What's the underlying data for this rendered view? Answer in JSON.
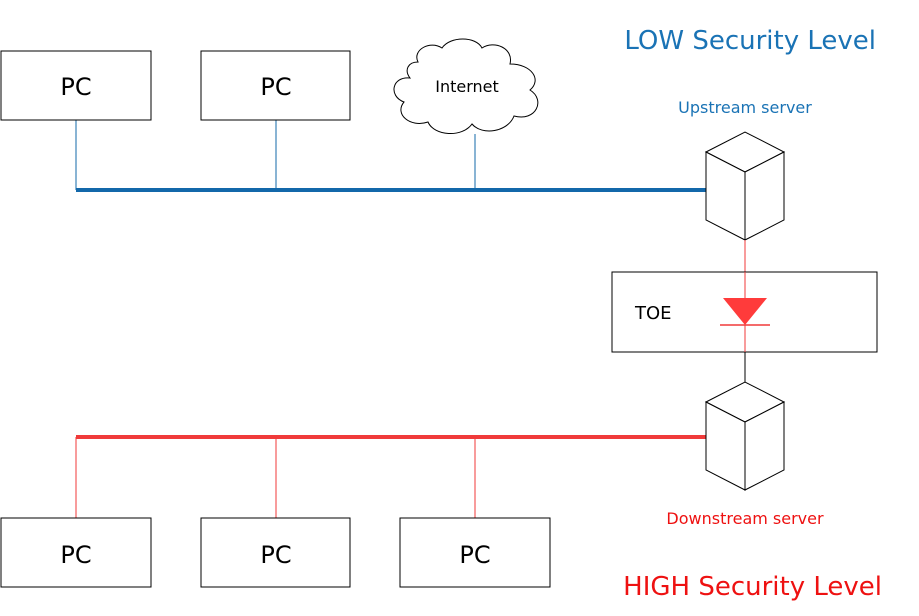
{
  "colors": {
    "low": "#1368aa",
    "high": "#f03a3a",
    "low_text": "#1a73b5",
    "high_text": "#ee1111",
    "stroke": "#000000"
  },
  "labels": {
    "low_security": "LOW Security Level",
    "high_security": "HIGH Security Level",
    "upstream": "Upstream server",
    "downstream": "Downstream server",
    "toe": "TOE",
    "internet": "Internet"
  },
  "top_pcs": [
    {
      "label": "PC"
    },
    {
      "label": "PC"
    }
  ],
  "bottom_pcs": [
    {
      "label": "PC"
    },
    {
      "label": "PC"
    },
    {
      "label": "PC"
    }
  ]
}
